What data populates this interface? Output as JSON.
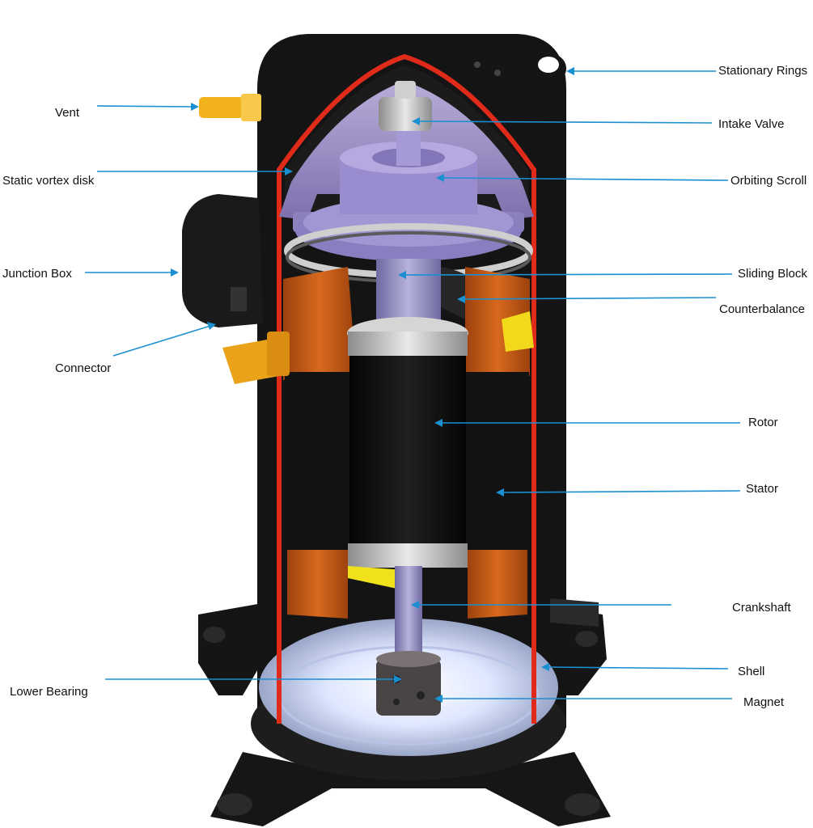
{
  "colors": {
    "leader": "#1a8fd1",
    "shell_outline": "#e02a1a",
    "housing": "#141414",
    "scroll": "#9b8fc9",
    "stator_copper": "#c85f1a",
    "fitting": "#f2b21c"
  },
  "labels": {
    "vent": "Vent",
    "static_vortex_disk": "Static vortex disk",
    "junction_box": "Junction Box",
    "connector": "Connector",
    "lower_bearing": "Lower Bearing",
    "stationary_rings": "Stationary Rings",
    "intake_valve": "Intake Valve",
    "orbiting_scroll": "Orbiting Scroll",
    "sliding_block": "Sliding Block",
    "counterbalance": "Counterbalance",
    "rotor": "Rotor",
    "stator": "Stator",
    "crankshaft": "Crankshaft",
    "shell": "Shell",
    "magnet": "Magnet"
  }
}
